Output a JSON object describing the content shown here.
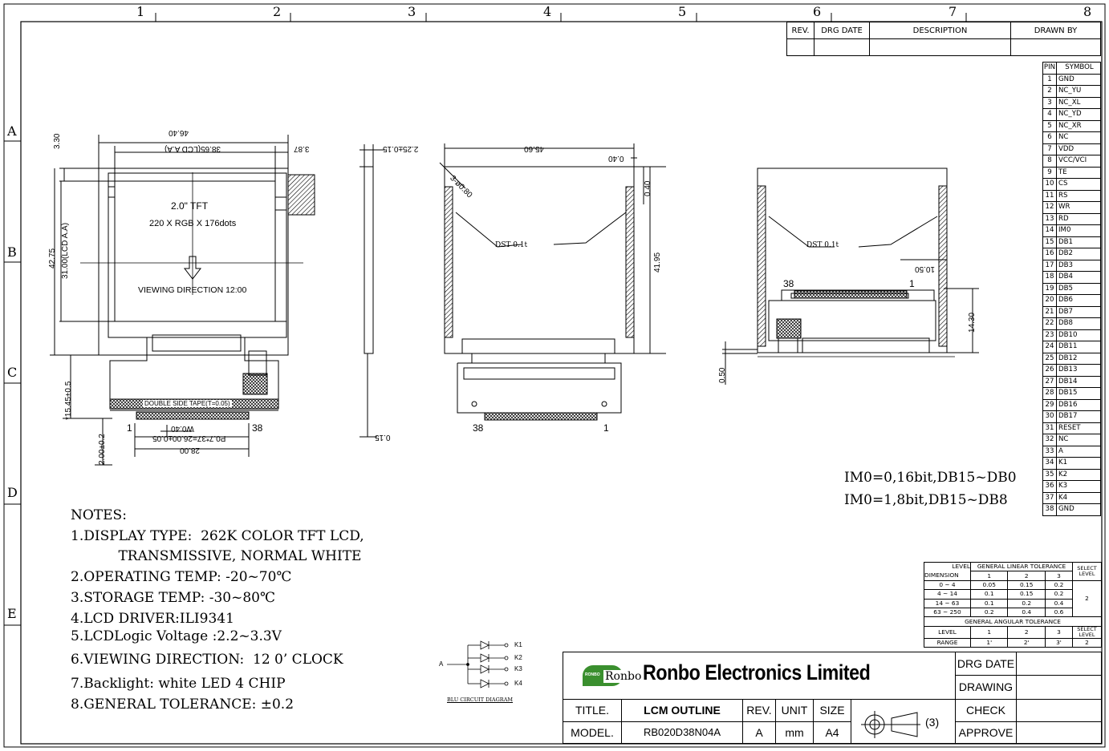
{
  "border": {
    "columns": [
      "1",
      "2",
      "3",
      "4",
      "5",
      "6",
      "7",
      "8"
    ],
    "rows": [
      "A",
      "B",
      "C",
      "D",
      "E"
    ]
  },
  "revision_table": {
    "headers": [
      "REV.",
      "DRG DATE",
      "DESCRIPTION",
      "DRAWN BY"
    ]
  },
  "pin_table": {
    "headers": [
      "PIN",
      "SYMBOL"
    ],
    "pins": [
      [
        "1",
        "GND"
      ],
      [
        "2",
        "NC_YU"
      ],
      [
        "3",
        "NC_XL"
      ],
      [
        "4",
        "NC_YD"
      ],
      [
        "5",
        "NC_XR"
      ],
      [
        "6",
        "NC"
      ],
      [
        "7",
        "VDD"
      ],
      [
        "8",
        "VCC/VCI"
      ],
      [
        "9",
        "TE"
      ],
      [
        "10",
        "CS"
      ],
      [
        "11",
        "RS"
      ],
      [
        "12",
        "WR"
      ],
      [
        "13",
        "RD"
      ],
      [
        "14",
        "IM0"
      ],
      [
        "15",
        "DB1"
      ],
      [
        "16",
        "DB2"
      ],
      [
        "17",
        "DB3"
      ],
      [
        "18",
        "DB4"
      ],
      [
        "19",
        "DB5"
      ],
      [
        "20",
        "DB6"
      ],
      [
        "21",
        "DB7"
      ],
      [
        "22",
        "DB8"
      ],
      [
        "23",
        "DB10"
      ],
      [
        "24",
        "DB11"
      ],
      [
        "25",
        "DB12"
      ],
      [
        "26",
        "DB13"
      ],
      [
        "27",
        "DB14"
      ],
      [
        "28",
        "DB15"
      ],
      [
        "29",
        "DB16"
      ],
      [
        "30",
        "DB17"
      ],
      [
        "31",
        "RESET"
      ],
      [
        "32",
        "NC"
      ],
      [
        "33",
        "A"
      ],
      [
        "34",
        "K1"
      ],
      [
        "35",
        "K2"
      ],
      [
        "36",
        "K3"
      ],
      [
        "37",
        "K4"
      ],
      [
        "38",
        "GND"
      ]
    ]
  },
  "front_view": {
    "panel_line1": "2.0\" TFT",
    "panel_line2": "220 X RGB X 176dots",
    "viewing": "VIEWING DIRECTION 12:00",
    "tape": "DOUBLE SIDE TAPE(T=0.05)",
    "dims": {
      "width_total": "46.40",
      "width_aa": "38.65(LCD A.A)",
      "right_off": "3.87",
      "top_off": "3.30",
      "height_total": "42.75",
      "height_aa": "31.00(LCD A.A)",
      "fpc_len": "*15.45±0.5",
      "fpc_tail": "2.00±0.2",
      "pitch": "P0.7*37=26.00±0.05",
      "pad_w": "W0.40",
      "fpc_w": "28.00",
      "pin_first": "1",
      "pin_last": "38"
    }
  },
  "side_view": {
    "thickness": "2.25±0.15",
    "fpc_t": "0.15"
  },
  "back_view": {
    "width": "45.60",
    "corner": "0.40",
    "height": "41.95",
    "top_gap": "0.40",
    "holes": "3-ø0.80",
    "dst": "DST 0.1t",
    "pin_left": "38",
    "pin_right": "1"
  },
  "bottom_view": {
    "dst": "DST 0.1t",
    "dim1": "10.50",
    "dim2": "14.30",
    "dim3": "0.50",
    "pin_left": "38",
    "pin_right": "1"
  },
  "im0_notes": [
    "IM0=0,16bit,DB15~DB0",
    "IM0=1,8bit,DB15~DB8"
  ],
  "notes": [
    "NOTES:",
    "1.DISPLAY TYPE:  262K COLOR TFT LCD,",
    "           TRANSMISSIVE, NORMAL WHITE",
    "2.OPERATING TEMP: -20~70℃",
    "3.STORAGE TEMP: -30~80℃",
    "4.LCD DRIVER:ILI9341",
    "5.LCDLogic Voltage :2.2~3.3V",
    "6.VIEWING DIRECTION:  12 0’ CLOCK",
    "7.Backlight: white LED 4 CHIP",
    "8.GENERAL TOLERANCE: ±0.2"
  ],
  "blu": {
    "anode": "A",
    "cathodes": [
      "K1",
      "K2",
      "K3",
      "K4"
    ],
    "caption": "BLU CIRCUIT DIAGRAM"
  },
  "tolerance": {
    "level": "LEVEL",
    "dimension": "DIMENSION",
    "linear_title": "GENERAL LINEAR TOLERANCE",
    "levels": [
      "1",
      "2",
      "3"
    ],
    "select_level": "SELECT LEVEL",
    "select_value": "2",
    "rows": [
      [
        "0 ~ 4",
        "0.05",
        "0.15",
        "0.2"
      ],
      [
        "4 ~ 14",
        "0.1",
        "0.15",
        "0.2"
      ],
      [
        "14 ~ 63",
        "0.1",
        "0.2",
        "0.4"
      ],
      [
        "63 ~ 250",
        "0.2",
        "0.4",
        "0.6"
      ]
    ],
    "angular_title": "GENERAL ANGULAR TOLERANCE",
    "range": "RANGE",
    "angular_values": [
      "1'",
      "2'",
      "3'"
    ],
    "angular_select": "2"
  },
  "title_block": {
    "logo_small": "RONBO",
    "logo_word": "Ronbo",
    "company": "Ronbo Electronics Limited",
    "drg_date": "DRG  DATE",
    "drawing": "DRAWING",
    "check": "CHECK",
    "approve": "APPROVE",
    "title_label": "TITLE.",
    "title_value": "LCM OUTLINE",
    "rev_label": "REV.",
    "rev_value": "A",
    "unit_label": "UNIT",
    "unit_value": "mm",
    "size_label": "SIZE",
    "size_value": "A4",
    "model_label": "MODEL.",
    "model_value": "RB020D38N04A",
    "projection": "(3)"
  }
}
